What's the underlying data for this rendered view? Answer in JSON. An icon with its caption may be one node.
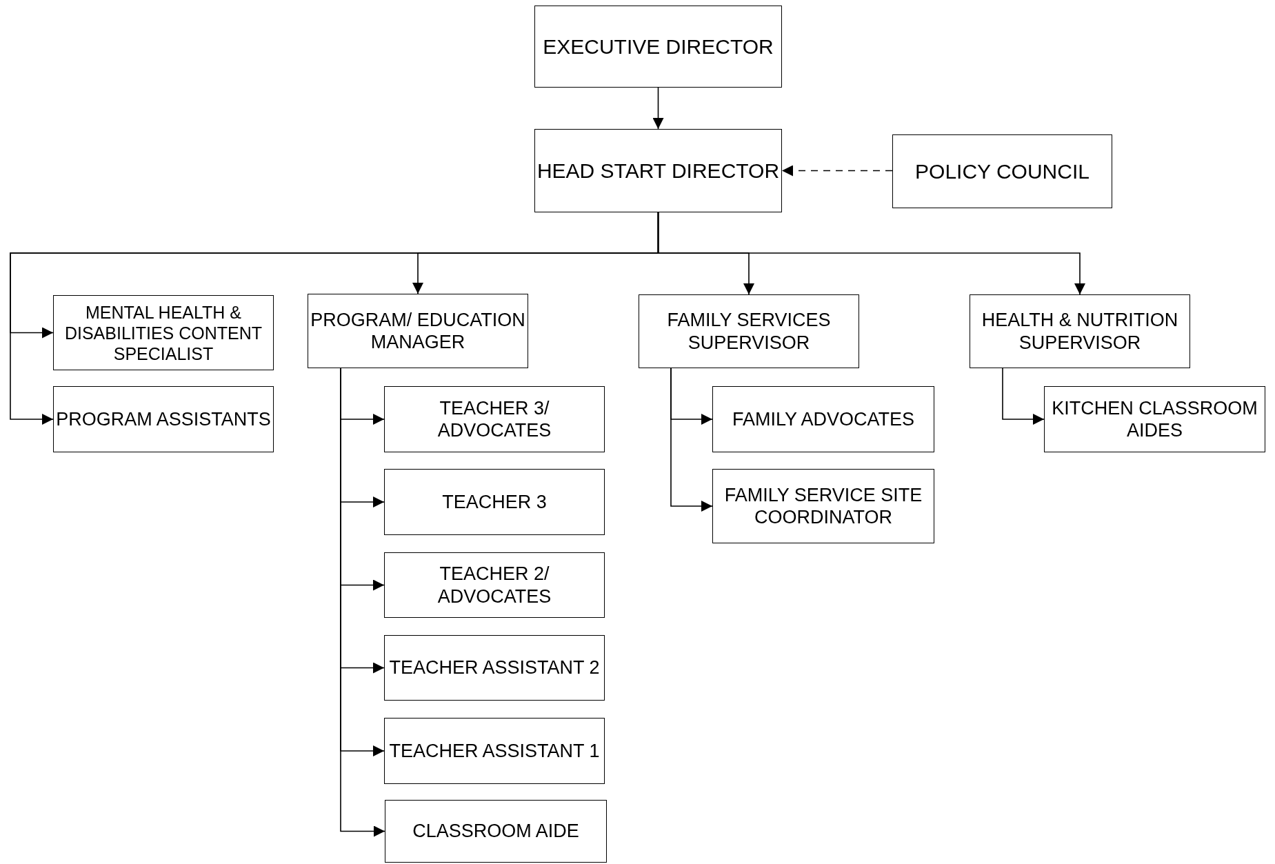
{
  "diagram": {
    "nodes": [
      {
        "text": [
          "EXECUTIVE DIRECTOR"
        ]
      },
      {
        "text": [
          "HEAD START DIRECTOR"
        ]
      },
      {
        "text": [
          "POLICY COUNCIL"
        ]
      },
      {
        "text": [
          "MENTAL HEALTH & DISABILITIES CONTENT SPECIALIST"
        ]
      },
      {
        "text": [
          "PROGRAM ASSISTANTS"
        ]
      },
      {
        "text": [
          "PROGRAM/ EDUCATION MANAGER"
        ]
      },
      {
        "text": [
          "TEACHER 3/ ADVOCATES"
        ]
      },
      {
        "text": [
          "TEACHER 3"
        ]
      },
      {
        "text": [
          "TEACHER 2/ ADVOCATES"
        ]
      },
      {
        "text": [
          "TEACHER ASSISTANT 2"
        ]
      },
      {
        "text": [
          "TEACHER ASSISTANT 1"
        ]
      },
      {
        "text": [
          "CLASSROOM AIDE"
        ]
      },
      {
        "text": [
          "FAMILY SERVICES SUPERVISOR"
        ]
      },
      {
        "text": [
          "FAMILY ADVOCATES"
        ]
      },
      {
        "text": [
          "FAMILY SERVICE SITE COORDINATOR"
        ]
      },
      {
        "text": [
          "HEALTH & NUTRITION SUPERVISOR"
        ]
      },
      {
        "text": [
          "KITCHEN CLASSROOM AIDES"
        ]
      }
    ],
    "edges": [
      {
        "from": 0,
        "to": 1,
        "arrow": "to"
      },
      {
        "from": 2,
        "to": 1,
        "arrow": "to",
        "style": "dashed"
      },
      {
        "from": 1,
        "to": 3,
        "arrow": "to"
      },
      {
        "from": 1,
        "to": 4,
        "arrow": "to"
      },
      {
        "from": 1,
        "to": 5,
        "arrow": "to"
      },
      {
        "from": 1,
        "to": 12,
        "arrow": "to"
      },
      {
        "from": 1,
        "to": 15,
        "arrow": "to"
      },
      {
        "from": 5,
        "to": 6,
        "arrow": "to"
      },
      {
        "from": 5,
        "to": 7,
        "arrow": "to"
      },
      {
        "from": 5,
        "to": 8,
        "arrow": "to"
      },
      {
        "from": 5,
        "to": 9,
        "arrow": "to"
      },
      {
        "from": 5,
        "to": 10,
        "arrow": "to"
      },
      {
        "from": 5,
        "to": 11,
        "arrow": "to"
      },
      {
        "from": 12,
        "to": 13,
        "arrow": "to"
      },
      {
        "from": 12,
        "to": 14,
        "arrow": "to"
      },
      {
        "from": 15,
        "to": 16,
        "arrow": "to"
      }
    ]
  }
}
